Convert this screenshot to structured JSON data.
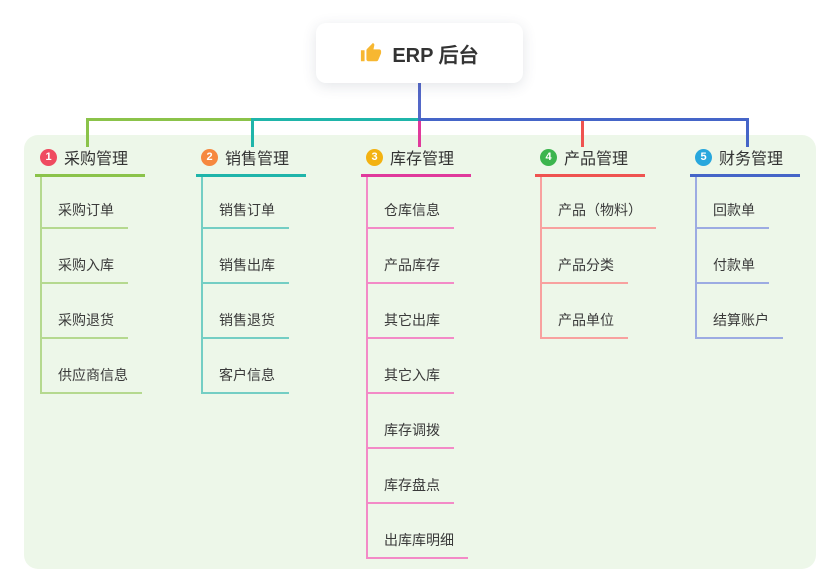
{
  "root": {
    "label": "ERP 后台",
    "icon": "thumbs-up-icon",
    "icon_color": "#f7b731",
    "connector_color": "#5468c8"
  },
  "panel_background": "#edf7e9",
  "branches": [
    {
      "index": "1",
      "title": "采购管理",
      "badge_color": "#ef4b60",
      "line_color": "#8bc34a",
      "sub_line_color": "#b5d98f",
      "items": [
        "采购订单",
        "采购入库",
        "采购退货",
        "供应商信息"
      ]
    },
    {
      "index": "2",
      "title": "销售管理",
      "badge_color": "#f6883f",
      "line_color": "#1fb5aa",
      "sub_line_color": "#74cec4",
      "items": [
        "销售订单",
        "销售出库",
        "销售退货",
        "客户信息"
      ]
    },
    {
      "index": "3",
      "title": "库存管理",
      "badge_color": "#f3b211",
      "line_color": "#e03a9c",
      "sub_line_color": "#f38ac7",
      "items": [
        "仓库信息",
        "产品库存",
        "其它出库",
        "其它入库",
        "库存调拨",
        "库存盘点",
        "出库库明细"
      ]
    },
    {
      "index": "4",
      "title": "产品管理",
      "badge_color": "#3cb54e",
      "line_color": "#ef5350",
      "sub_line_color": "#f8a19f",
      "items": [
        "产品（物料）",
        "产品分类",
        "产品单位"
      ]
    },
    {
      "index": "5",
      "title": "财务管理",
      "badge_color": "#28a7dd",
      "line_color": "#4565c8",
      "sub_line_color": "#9cabe2",
      "items": [
        "回款单",
        "付款单",
        "结算账户"
      ]
    }
  ]
}
